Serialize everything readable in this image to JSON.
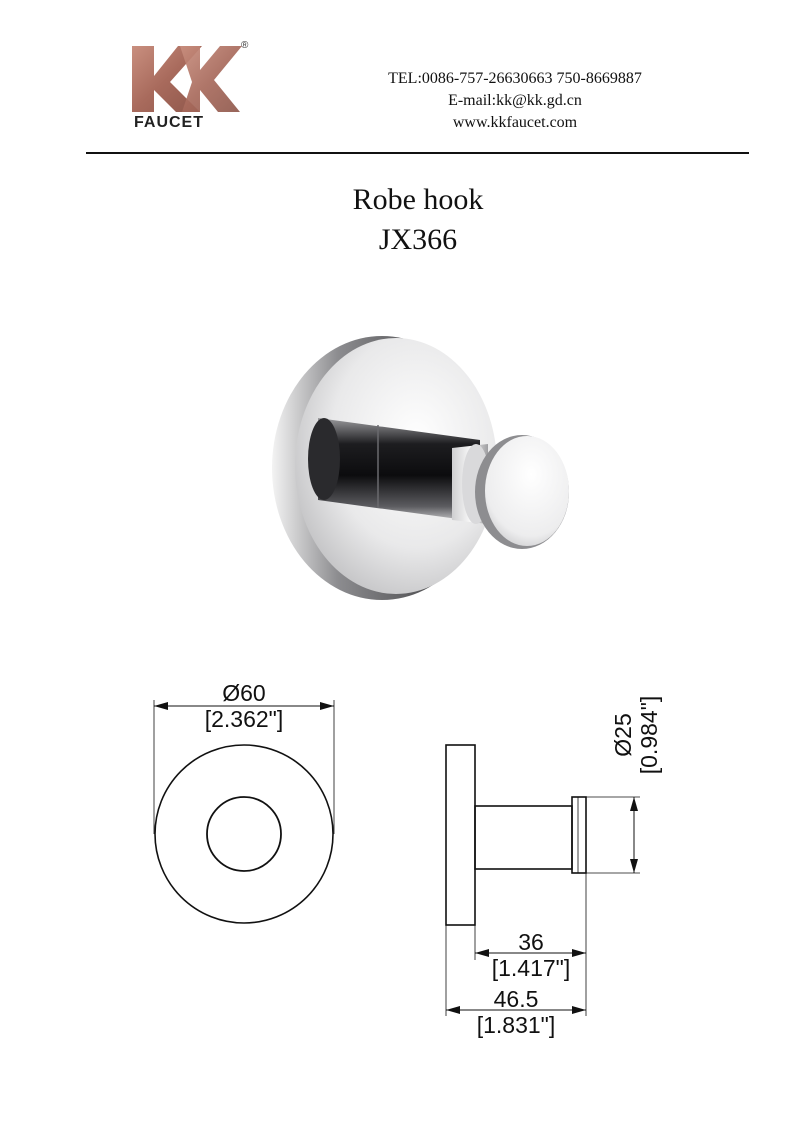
{
  "header": {
    "brand": "KK",
    "logo_text": "FAUCET",
    "registered_mark": "®",
    "tel": "TEL:0086-757-26630663 750-8669887",
    "email": "E-mail:kk@kk.gd.cn",
    "website": "www.kkfaucet.com"
  },
  "product": {
    "name": "Robe hook",
    "model": "JX366"
  },
  "drawing": {
    "front_diameter_mm": "Ø60",
    "front_diameter_in": "[2.362\"]",
    "knob_diameter_mm": "Ø25",
    "knob_diameter_in": "[0.984\"]",
    "stem_length_mm": "36",
    "stem_length_in": "[1.417\"]",
    "total_depth_mm": "46.5",
    "total_depth_in": "[1.831\"]"
  },
  "colors": {
    "logo_copper": "#b3786a",
    "line": "#111111"
  }
}
